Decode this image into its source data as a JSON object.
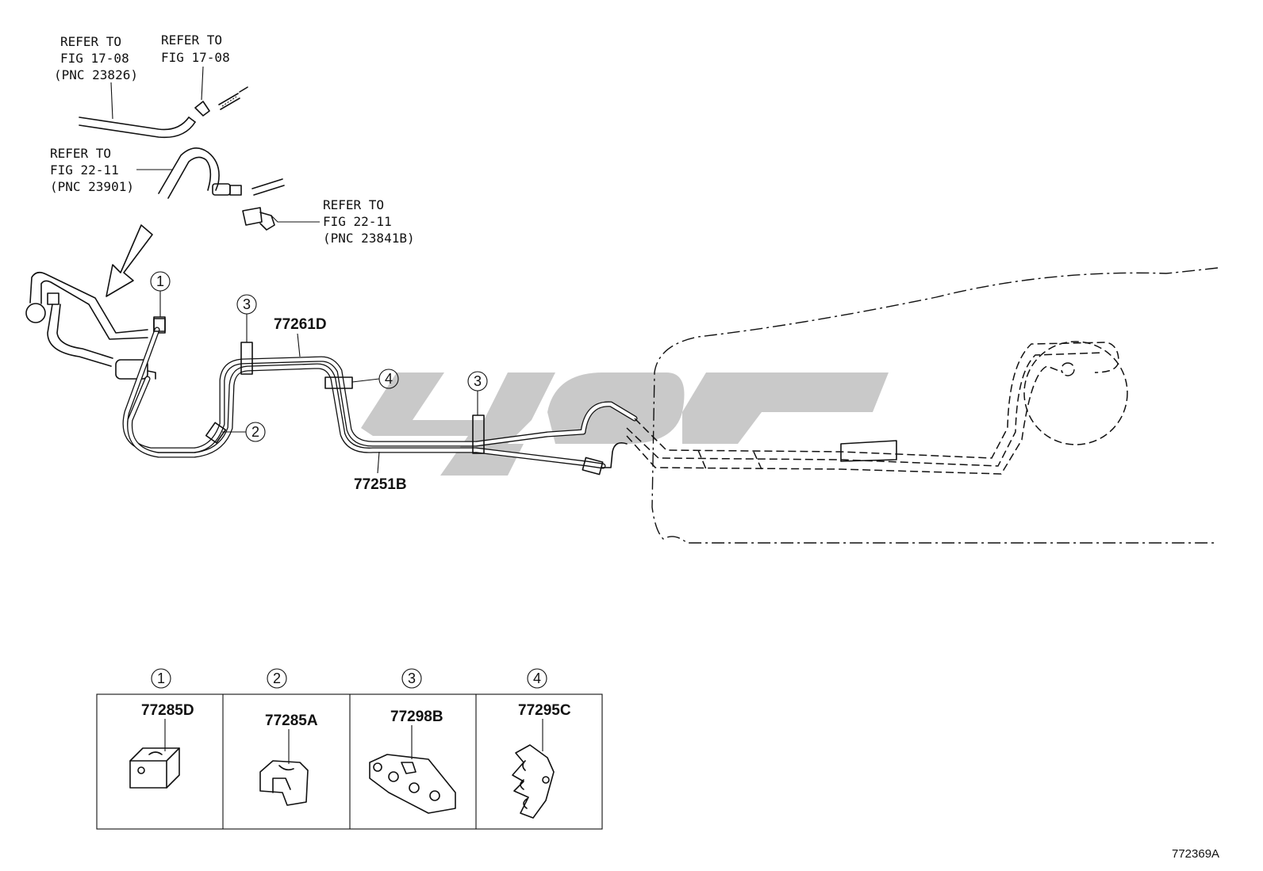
{
  "refs": {
    "ref1": {
      "l1": "REFER TO",
      "l2": "FIG 17-08",
      "l3": "(PNC 23826)"
    },
    "ref2": {
      "l1": "REFER TO",
      "l2": "FIG 17-08"
    },
    "ref3": {
      "l1": "REFER TO",
      "l2": "FIG 22-11",
      "l3": "(PNC 23901)"
    },
    "ref4": {
      "l1": "REFER TO",
      "l2": "FIG 22-11",
      "l3": "(PNC 23841B)"
    }
  },
  "parts": {
    "upper_line": "77261D",
    "lower_line": "77251B"
  },
  "callouts": [
    "1",
    "2",
    "3",
    "3",
    "4"
  ],
  "clamps": [
    {
      "num": "1",
      "part": "77285D"
    },
    {
      "num": "2",
      "part": "77285A"
    },
    {
      "num": "3",
      "part": "77298B"
    },
    {
      "num": "4",
      "part": "77295C"
    }
  ],
  "figure_id": "772369A",
  "colors": {
    "ink": "#111111",
    "watermark": "#c9c9c9",
    "background": "#ffffff"
  }
}
